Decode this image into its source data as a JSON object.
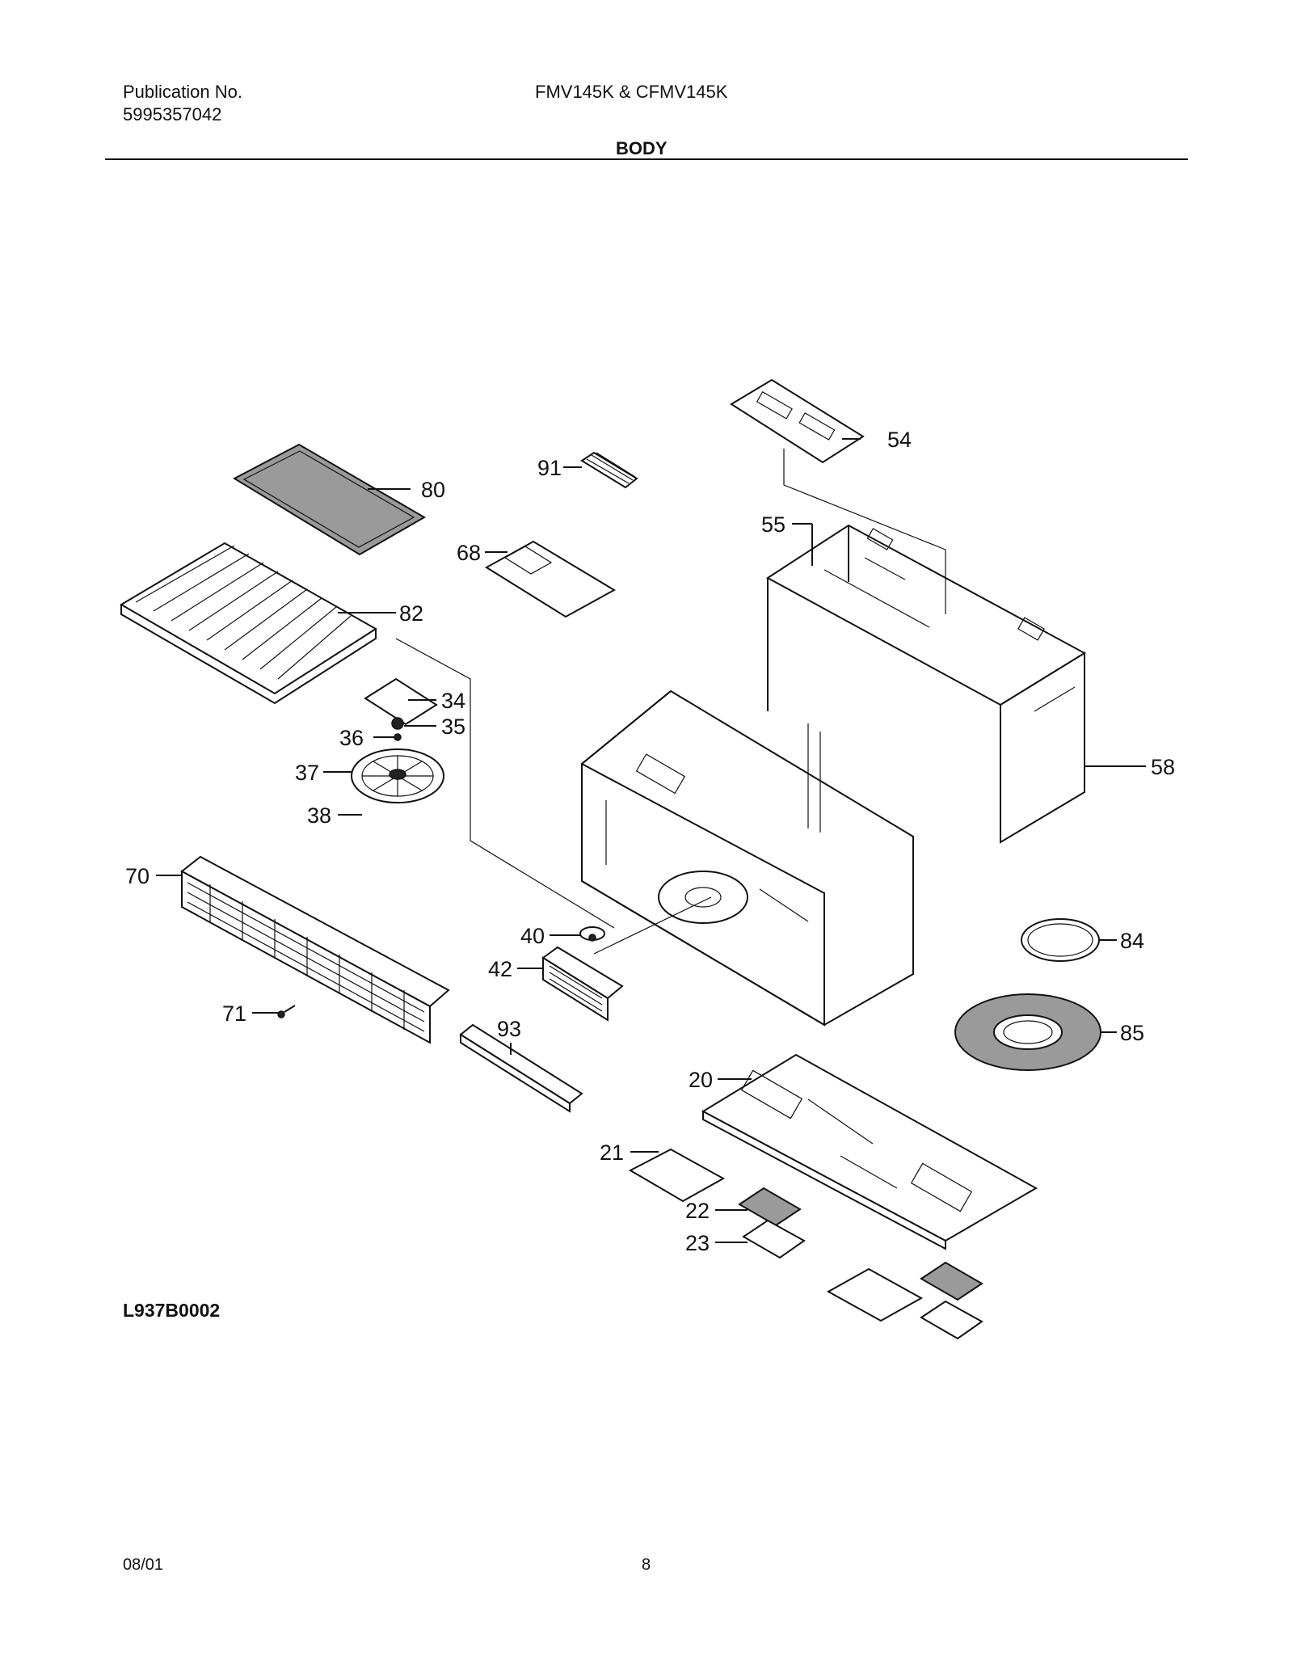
{
  "header": {
    "publication_label": "Publication No.",
    "publication_number": "5995357042",
    "model": "FMV145K & CFMV145K",
    "section_title": "BODY"
  },
  "diagram": {
    "code": "L937B0002",
    "callouts": [
      "80",
      "91",
      "54",
      "55",
      "68",
      "82",
      "34",
      "35",
      "36",
      "37",
      "38",
      "58",
      "70",
      "40",
      "42",
      "84",
      "71",
      "93",
      "85",
      "20",
      "21",
      "22",
      "23"
    ]
  },
  "footer": {
    "date": "08/01",
    "page": "8"
  }
}
